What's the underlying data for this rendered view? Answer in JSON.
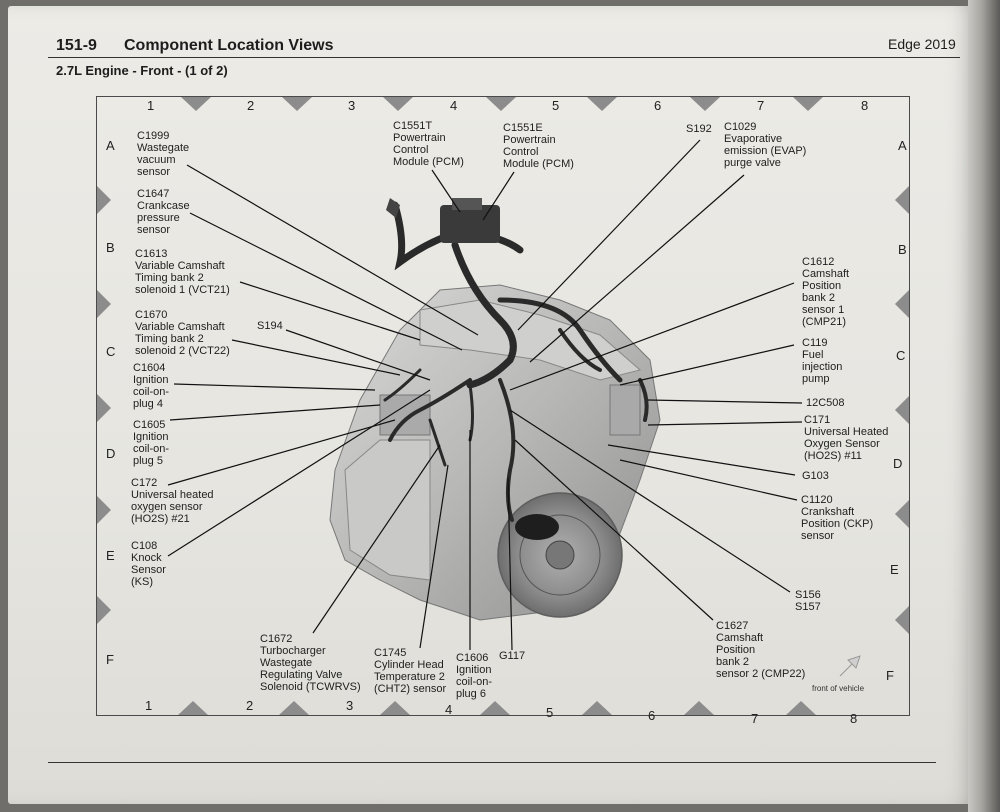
{
  "header": {
    "section_number": "151-9",
    "section_title": "Component Location Views",
    "vehicle": "Edge 2019",
    "subtitle": "2.7L Engine - Front - (1 of 2)"
  },
  "grid": {
    "columns": [
      "1",
      "2",
      "3",
      "4",
      "5",
      "6",
      "7",
      "8"
    ],
    "rows": [
      "A",
      "B",
      "C",
      "D",
      "E",
      "F"
    ]
  },
  "callouts": {
    "c1999": "C1999\nWastegate\nvacuum\nsensor",
    "c1647": "C1647\nCrankcase\npressure\nsensor",
    "c1613": "C1613\nVariable Camshaft\nTiming bank 2\nsolenoid 1 (VCT21)",
    "c1670": "C1670\nVariable Camshaft\nTiming bank 2\nsolenoid 2 (VCT22)",
    "s194": "S194",
    "c1604": "C1604\nIgnition\ncoil-on-\nplug 4",
    "c1605": "C1605\nIgnition\ncoil-on-\nplug 5",
    "c172": "C172\nUniversal heated\noxygen sensor\n(HO2S) #21",
    "c108": "C108\nKnock\nSensor\n(KS)",
    "c1551t": "C1551T\nPowertrain\nControl\nModule (PCM)",
    "c1551e": "C1551E\nPowertrain\nControl\nModule (PCM)",
    "s192": "S192",
    "c1029": "C1029\nEvaporative\nemission (EVAP)\npurge valve",
    "c1612": "C1612\nCamshaft\nPosition\nbank 2\nsensor 1\n(CMP21)",
    "c119": "C119\nFuel\ninjection\npump",
    "12c508": "12C508",
    "c171": "C171\nUniversal Heated\nOxygen Sensor\n(HO2S) #11",
    "g103": "G103",
    "c1120": "C1120\nCrankshaft\nPosition (CKP)\nsensor",
    "s156": "S156\nS157",
    "c1627": "C1627\nCamshaft\nPosition\nbank 2\nsensor 2 (CMP22)",
    "c1672": "C1672\nTurbocharger\nWastegate\nRegulating Valve\nSolenoid (TCWRVS)",
    "c1745": "C1745\nCylinder Head\nTemperature 2\n(CHT2) sensor",
    "c1606": "C1606\nIgnition\ncoil-on-\nplug 6",
    "g117": "G117"
  },
  "front_of_vehicle": "front of vehicle"
}
